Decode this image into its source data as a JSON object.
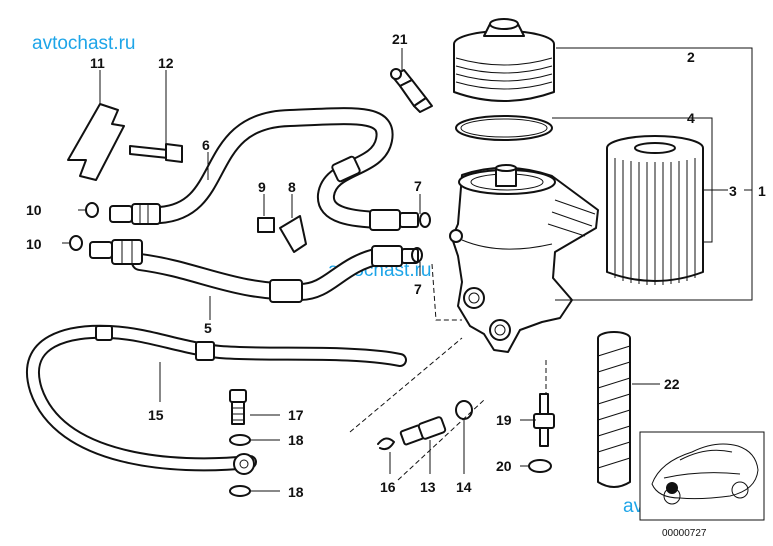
{
  "watermark": "avtochast.ru",
  "diagram_code": "00000727",
  "labels": {
    "p1": "1",
    "p2": "2",
    "p3": "3",
    "p4": "4",
    "p5": "5",
    "p6": "6",
    "p7a": "7",
    "p7b": "7",
    "p8": "8",
    "p9": "9",
    "p10a": "10",
    "p10b": "10",
    "p11": "11",
    "p12": "12",
    "p13": "13",
    "p14": "14",
    "p15": "15",
    "p16": "16",
    "p17": "17",
    "p18a": "18",
    "p18b": "18",
    "p19": "19",
    "p20": "20",
    "p21": "21",
    "p22": "22"
  }
}
